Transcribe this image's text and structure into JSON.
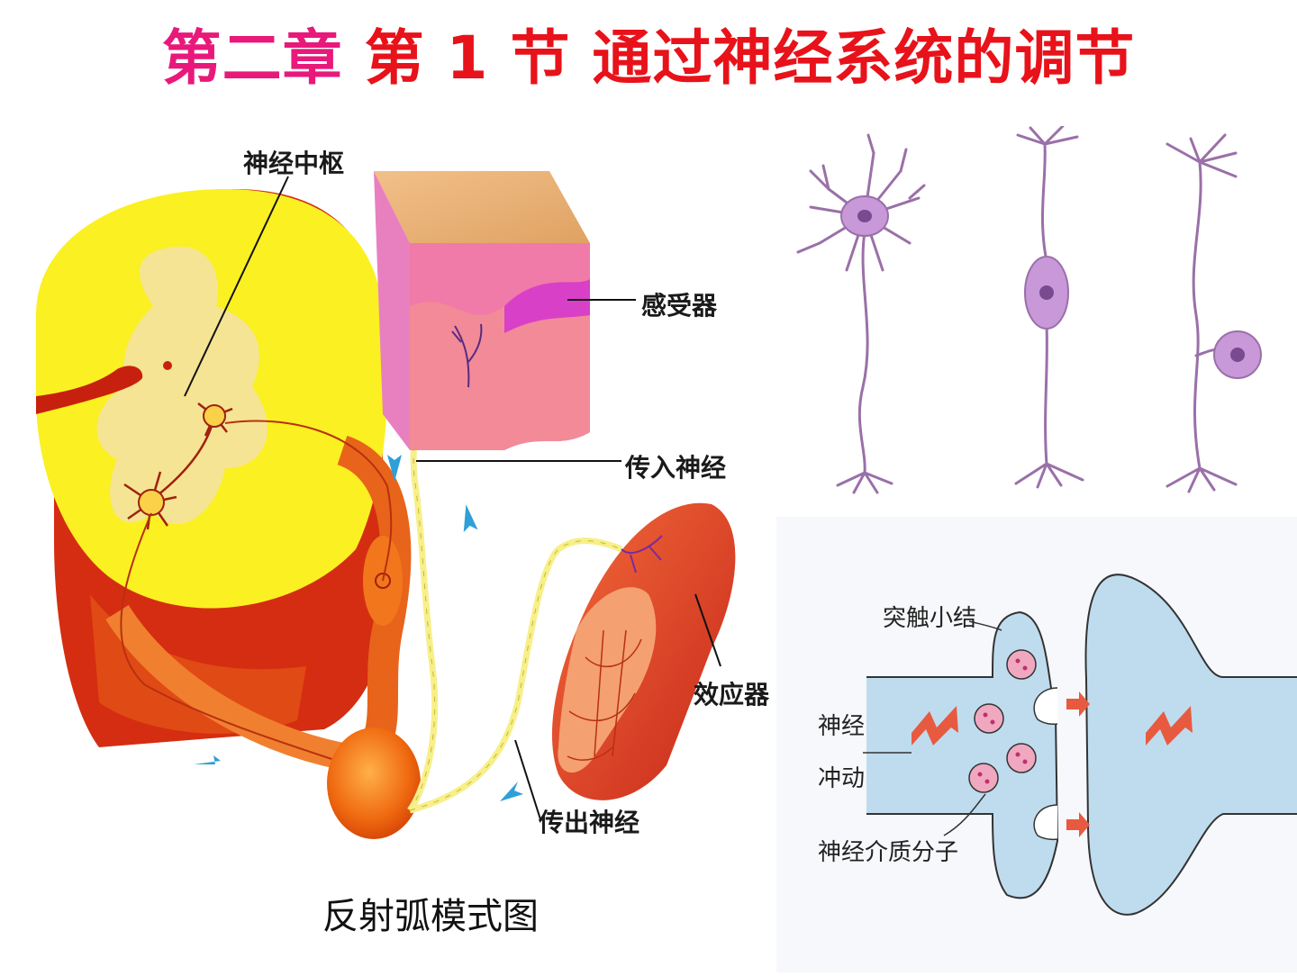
{
  "slide": {
    "title_part1": "第二章",
    "title_part2": "第 1 节 通过神经系统的调节",
    "colors": {
      "title_pink": "#e8197b",
      "title_red": "#e8121a"
    }
  },
  "reflex_arc": {
    "labels": {
      "center": "神经中枢",
      "receptor": "感受器",
      "afferent": "传入神经",
      "effector": "效应器",
      "efferent": "传出神经"
    },
    "caption": "反射弧模式图"
  },
  "synapse": {
    "labels": {
      "knob": "突触小结",
      "impulse_1": "神经",
      "impulse_2": "冲动",
      "transmitter": "神经介质分子"
    }
  }
}
